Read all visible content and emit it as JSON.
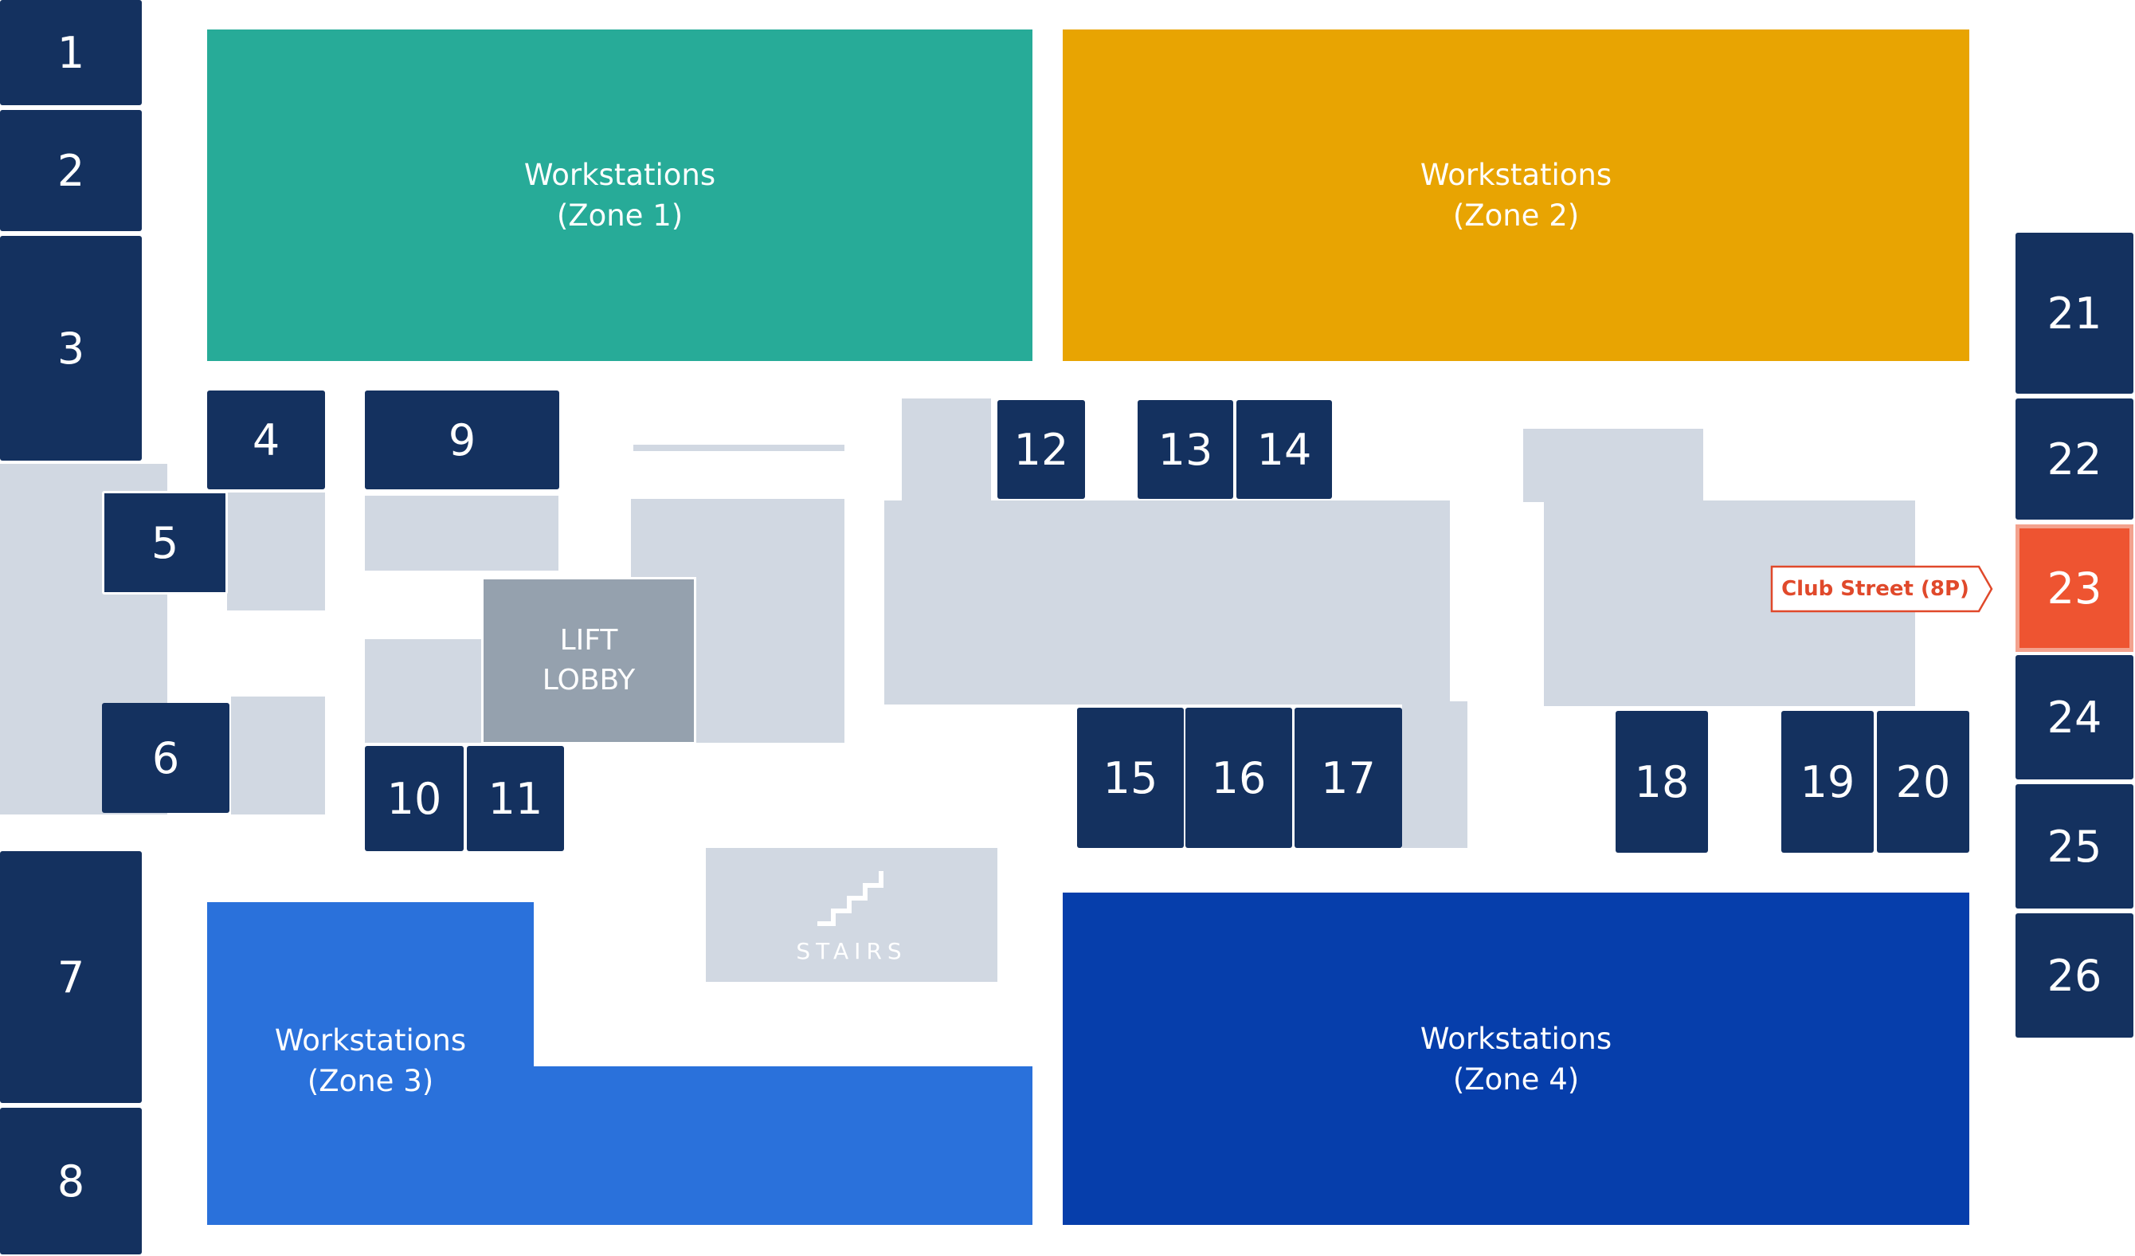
{
  "zones": [
    {
      "line1": "Workstations",
      "line2": "(Zone 1)",
      "color": "#27ab98"
    },
    {
      "line1": "Workstations",
      "line2": "(Zone 2)",
      "color": "#e8a402"
    },
    {
      "line1": "Workstations",
      "line2": "(Zone 3)",
      "color": "#2a71db"
    },
    {
      "line1": "Workstations",
      "line2": "(Zone 4)",
      "color": "#063eab"
    }
  ],
  "rooms": [
    "1",
    "2",
    "3",
    "4",
    "5",
    "6",
    "7",
    "8",
    "9",
    "10",
    "11",
    "12",
    "13",
    "14",
    "15",
    "16",
    "17",
    "18",
    "19",
    "20",
    "21",
    "22",
    "23",
    "24",
    "25",
    "26"
  ],
  "selected_room": {
    "number": "23",
    "name": "Club Street (8P)",
    "color": "#ee5431"
  },
  "lift": {
    "line1": "LIFT",
    "line2": "LOBBY"
  },
  "stairs": {
    "label": "STAIRS",
    "icon": "stairs-icon"
  },
  "colors": {
    "room": "#14315f",
    "corridor": "#d1d8e2",
    "lift": "#95a1ae",
    "highlight": "#ee5431"
  }
}
